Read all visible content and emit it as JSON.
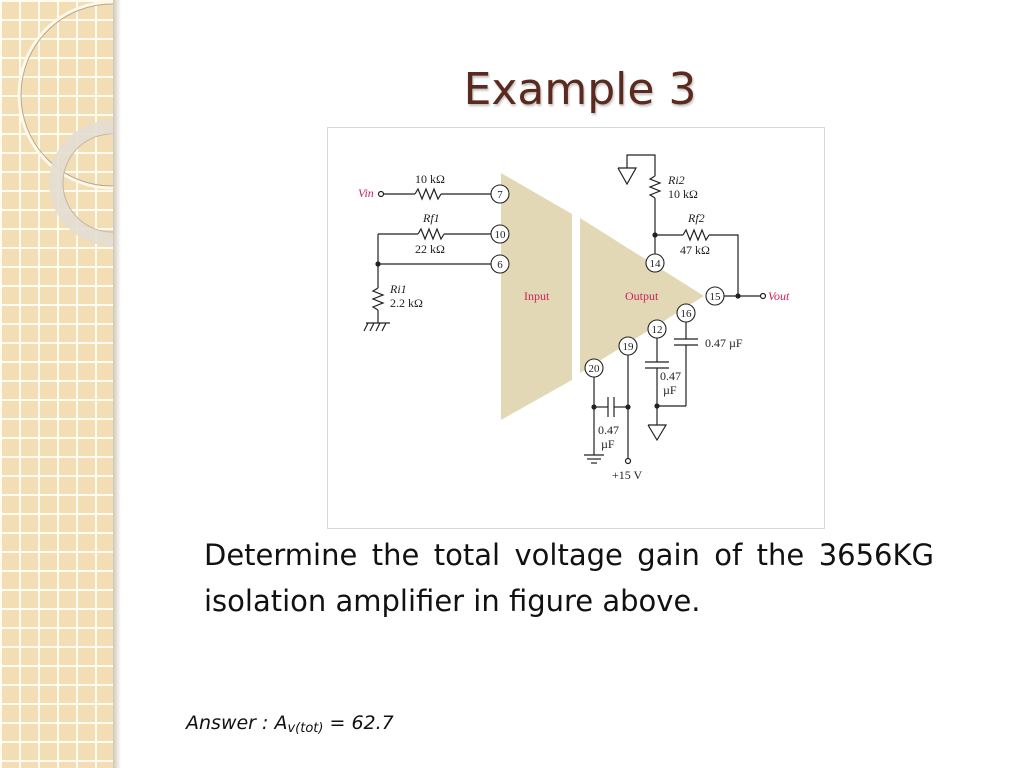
{
  "slide": {
    "title": "Example 3",
    "question": "Determine the total voltage gain of the 3656KG isolation amplifier in figure above.",
    "answer": {
      "prefix": "Answer : A",
      "subscript": "v(tot)",
      "suffix": " = 62.7"
    },
    "colors": {
      "title": "#5a2a1e",
      "panel": "#f2ddb4",
      "amp_fill": "#e3d8b6",
      "label_accent": "#c8245a"
    }
  },
  "figure": {
    "input_label": "Vin",
    "output_label": "Vout",
    "input_block_label": "Input",
    "output_block_label": "Output",
    "supply_label": "+15 V",
    "components": {
      "r_in": {
        "value": "10 kΩ"
      },
      "r_f1": {
        "name": "Rf1",
        "value": "22 kΩ"
      },
      "r_i1": {
        "name": "Ri1",
        "value": "2.2 kΩ"
      },
      "r_i2": {
        "name": "Ri2",
        "value": "10 kΩ"
      },
      "r_f2": {
        "name": "Rf2",
        "value": "47 kΩ"
      },
      "c_16": {
        "value": "0.47 µF"
      },
      "c_12": {
        "value_line1": "0.47",
        "value_line2": "µF"
      },
      "c_20": {
        "value_line1": "0.47",
        "value_line2": "µF"
      }
    },
    "pins": [
      "7",
      "10",
      "6",
      "14",
      "15",
      "16",
      "12",
      "19",
      "20"
    ]
  }
}
